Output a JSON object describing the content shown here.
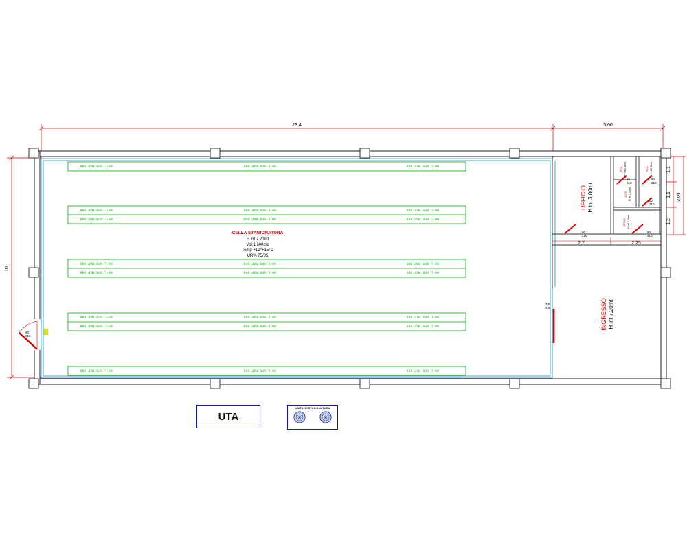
{
  "plan": {
    "dimensions": {
      "total_length": "23,4",
      "entry_length": "5,00",
      "height": "10",
      "office_depth_a": "2,7",
      "office_depth_b": "2,25",
      "wc_height_1": "1,1",
      "wc_height_2": "1,1",
      "wc_height_3": "1,2",
      "wc_total": "3,04"
    },
    "shelf_label": "00·L 6P8 MAP 000",
    "cell": {
      "title": "CELLA STAGIONATURA",
      "lines": [
        "H int 7,20mt",
        "Vol 1.600mc",
        "Temp +12°+15°C",
        "UR% 75/85"
      ]
    },
    "rooms": {
      "ufficio_title": "UFFICIO",
      "ufficio_sub": "H int 3,00mt",
      "ingresso_title": "INGRESSO",
      "ingresso_sub": "H int 7,20mt",
      "wc1": "W.C.",
      "wc2": "W.C.",
      "spogl": "SPOGL.",
      "antibagno": "ANTI",
      "wc_sub": "H int 2,40mt"
    },
    "doors": {
      "door_90": "90\n210",
      "door_80": "80\n210"
    }
  },
  "legend": {
    "uta_label": "UTA",
    "logo_caption": "UNITA' DI STAGIONATURA"
  },
  "colors": {
    "wall": "#333333",
    "inner_wall": "#3fa9d8",
    "shelf": "#00b000",
    "door": "#e00000",
    "dimension": "#d00000"
  }
}
